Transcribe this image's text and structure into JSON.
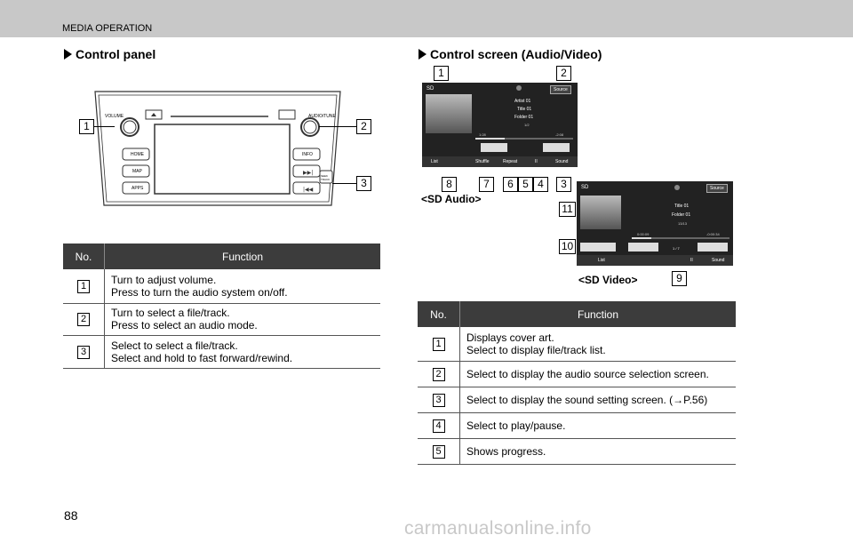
{
  "header": {
    "title": "MEDIA OPERATION"
  },
  "left": {
    "title": "Control panel",
    "panel": {
      "volume": "VOLUME",
      "audio_tune": "AUDIO/TUNE",
      "buttons_left": [
        "HOME",
        "MAP",
        "APPS"
      ],
      "buttons_right": [
        "INFO"
      ],
      "seek_label": "SEEK TRACK"
    },
    "callouts": [
      "1",
      "2",
      "3"
    ],
    "table": {
      "col_no": "No.",
      "col_fn": "Function",
      "rows": [
        {
          "no": "1",
          "line1": "Turn to adjust volume.",
          "line2": "Press to turn the audio system on/off."
        },
        {
          "no": "2",
          "line1": "Turn to select a file/track.",
          "line2": "Press to select an audio mode."
        },
        {
          "no": "3",
          "line1": "Select to select a file/track.",
          "line2": "Select and hold to fast forward/rewind."
        }
      ]
    }
  },
  "right": {
    "title": "Control screen (Audio/Video)",
    "audio": {
      "caption": "<SD Audio>",
      "src": "SD",
      "source_btn": "Source",
      "artist": "Artist 01",
      "title": "Title 01",
      "folder": "Folder 01",
      "track_count": "1/2",
      "elapsed": "1:28",
      "remaining": "-2:08",
      "btns": [
        "List",
        "Shuffle",
        "Repeat",
        "II",
        "Sound"
      ]
    },
    "video": {
      "caption": "<SD Video>",
      "src": "SD",
      "source_btn": "Source",
      "title": "Title 01",
      "folder": "Folder 01",
      "count": "13/13",
      "elapsed": "0:00:09",
      "remaining": "-0:00:34",
      "center_count": "1 / 7",
      "btns": [
        "List",
        "II",
        "Sound"
      ]
    },
    "callouts_top": [
      "1",
      "2"
    ],
    "callouts_audio_bottom": [
      "8",
      "7",
      "6",
      "5",
      "4",
      "3"
    ],
    "callouts_video": [
      "11",
      "10",
      "9"
    ],
    "table": {
      "col_no": "No.",
      "col_fn": "Function",
      "rows": [
        {
          "no": "1",
          "line1": "Displays cover art.",
          "line2": "Select to display file/track list."
        },
        {
          "no": "2",
          "line1": "Select to display the audio source selection screen.",
          "line2": ""
        },
        {
          "no": "3",
          "line1": "Select to display the sound setting screen. (→P.56)",
          "line2": ""
        },
        {
          "no": "4",
          "line1": "Select to play/pause.",
          "line2": ""
        },
        {
          "no": "5",
          "line1": "Shows progress.",
          "line2": ""
        }
      ]
    }
  },
  "page_number": "88",
  "watermark": "carmanualsonline.info"
}
